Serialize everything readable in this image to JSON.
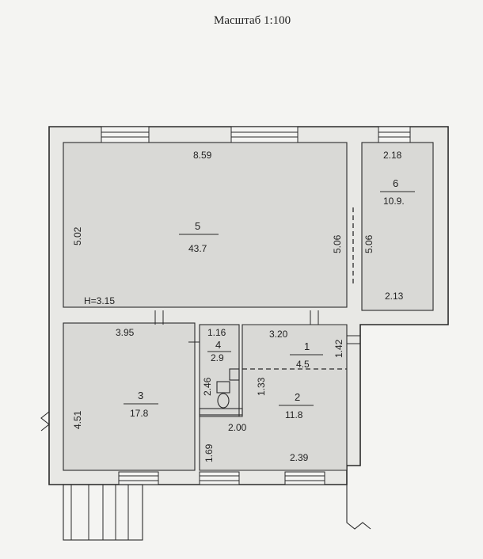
{
  "title": "Масштаб 1:100",
  "rooms": {
    "r1": {
      "num": "1",
      "area": "4.5"
    },
    "r2": {
      "num": "2",
      "area": "11.8"
    },
    "r3": {
      "num": "3",
      "area": "17.8"
    },
    "r4": {
      "num": "4",
      "area": "2.9"
    },
    "r5": {
      "num": "5",
      "area": "43.7"
    },
    "r6": {
      "num": "6",
      "area": "10.9."
    }
  },
  "dims": {
    "d_8_59": "8.59",
    "d_5_02": "5.02",
    "d_5_06_left": "5.06",
    "d_5_06_right": "5.06",
    "d_2_18": "2.18",
    "d_2_13": "2.13",
    "d_h": "Н=3.15",
    "d_3_95": "3.95",
    "d_1_16": "1.16",
    "d_3_20": "3.20",
    "d_1_42": "1.42",
    "d_2_46": "2.46",
    "d_1_33": "1.33",
    "d_4_51": "4.51",
    "d_2_00": "2.00",
    "d_1_69": "1.69",
    "d_2_39": "2.39"
  }
}
